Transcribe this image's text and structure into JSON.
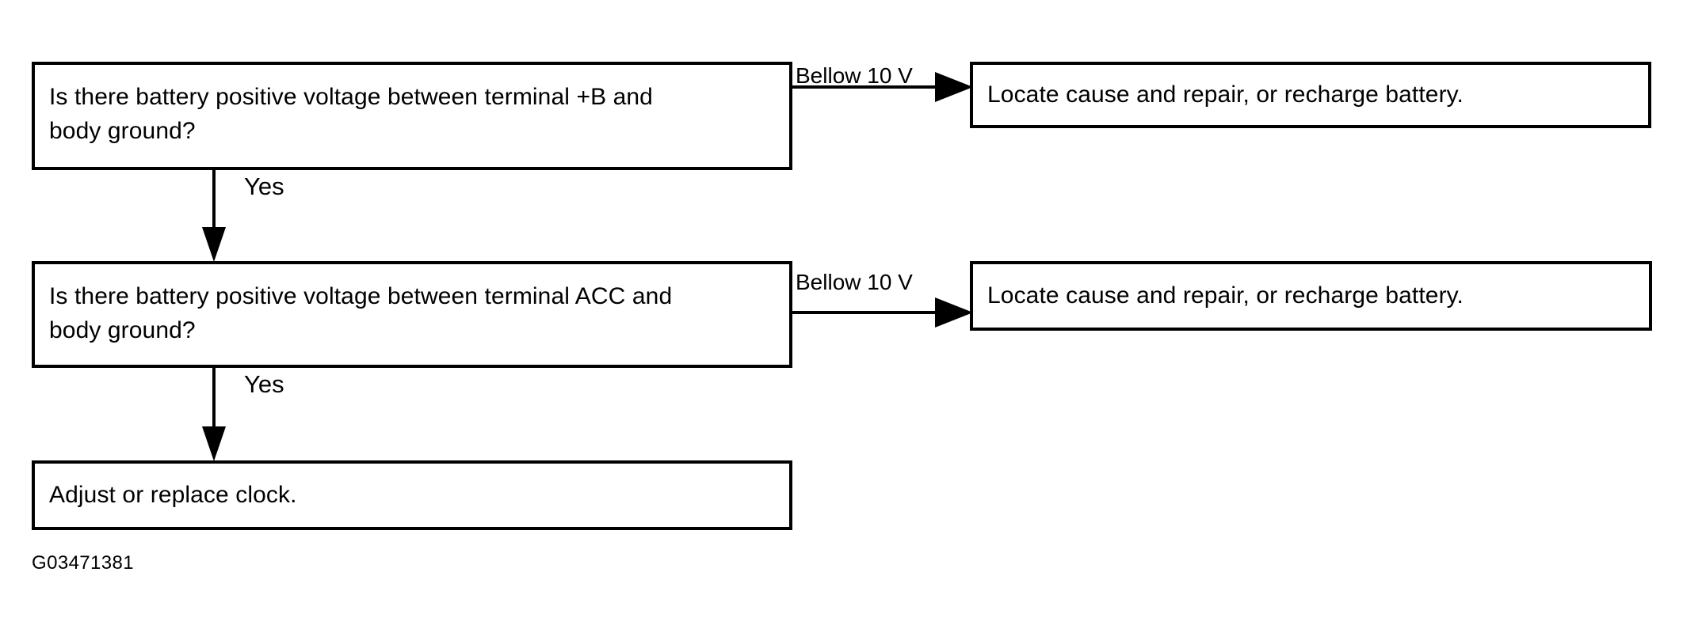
{
  "figure": {
    "caption": "G03471381",
    "type": "troubleshooting-flowchart"
  },
  "nodes": {
    "question_1": "Is there battery positive voltage between terminal +B and\nbody ground?",
    "question_2": "Is there battery positive voltage between terminal ACC and\nbody ground?",
    "terminal": "Adjust or replace clock.",
    "answer_1": "Locate cause and repair, or recharge battery.",
    "answer_2": "Locate cause and repair, or recharge battery."
  },
  "edges": {
    "yes_1": "Yes",
    "yes_2": "Yes",
    "below_1": "Bellow 10 V",
    "below_2": "Bellow 10 V"
  },
  "colors": {
    "stroke": "#000000",
    "background": "#ffffff",
    "text": "#000000"
  }
}
